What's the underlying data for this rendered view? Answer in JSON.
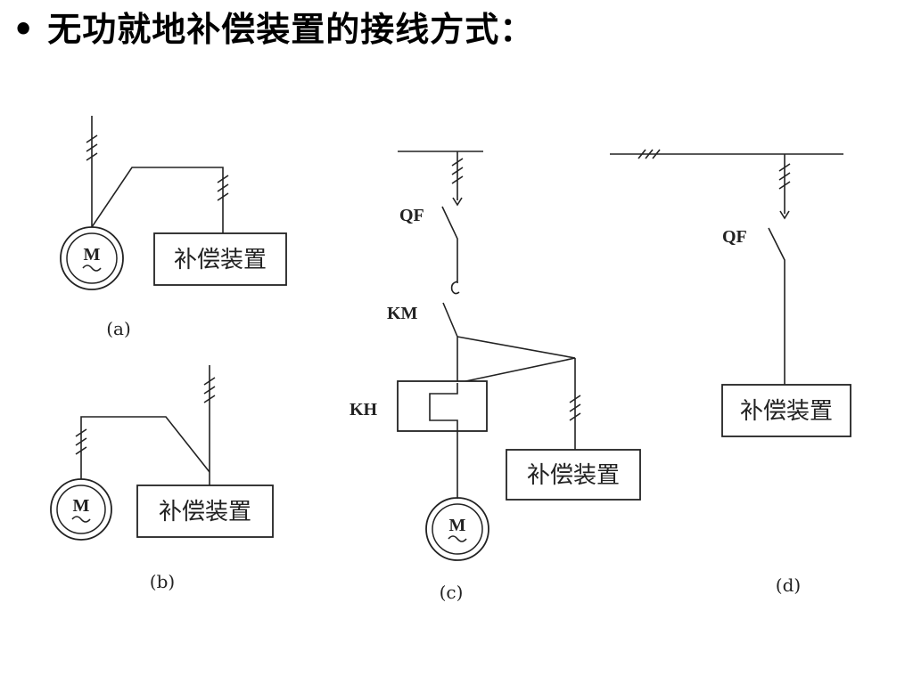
{
  "title": {
    "bullet": "•",
    "text": "无功就地补偿装置的接线方式："
  },
  "diagrams": {
    "a": {
      "caption": "(a)",
      "box_label": "补偿装置",
      "motor_label": "M"
    },
    "b": {
      "caption": "(b)",
      "box_label": "补偿装置",
      "motor_label": "M"
    },
    "c": {
      "caption": "(c)",
      "box_label": "补偿装置",
      "motor_label": "M",
      "qf": "QF",
      "km": "KM",
      "kh": "KH"
    },
    "d": {
      "caption": "(d)",
      "box_label": "补偿装置",
      "qf": "QF"
    }
  }
}
